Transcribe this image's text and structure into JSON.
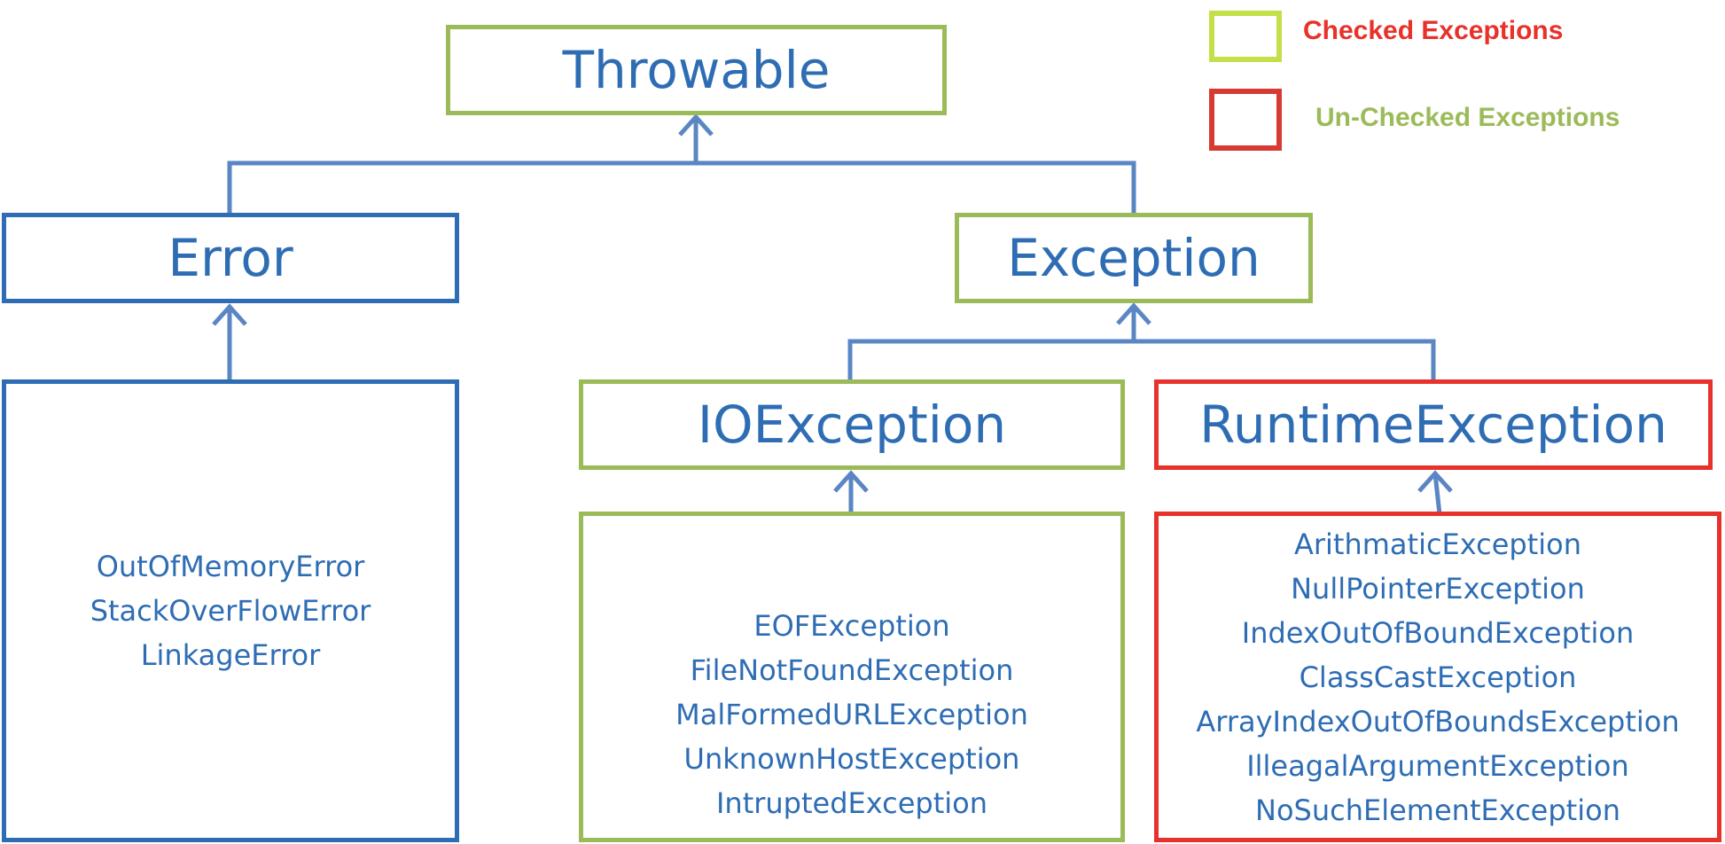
{
  "legend": {
    "checked": {
      "label": "Checked Exceptions",
      "text_color": "#e8312a",
      "box_color": "#c3e04a"
    },
    "unchecked": {
      "label": "Un-Checked Exceptions",
      "text_color": "#9bbb59",
      "box_color": "#d63a33"
    }
  },
  "nodes": {
    "throwable": {
      "label": "Throwable",
      "kind": "checked"
    },
    "error": {
      "label": "Error",
      "kind": "error"
    },
    "exception": {
      "label": "Exception",
      "kind": "checked"
    },
    "ioexception": {
      "label": "IOException",
      "kind": "checked"
    },
    "runtimeexception": {
      "label": "RuntimeException",
      "kind": "unchecked"
    }
  },
  "groups": {
    "errors": [
      "OutOfMemoryError",
      "StackOverFlowError",
      "LinkageError"
    ],
    "io_exceptions": [
      "EOFException",
      "FileNotFoundException",
      "MalFormedURLException",
      "UnknownHostException",
      "IntruptedException"
    ],
    "runtime_exceptions": [
      "ArithmaticException",
      "NullPointerException",
      "IndexOutOfBoundException",
      "ClassCastException",
      "ArrayIndexOutOfBoundsException",
      "IlleagalArgumentException",
      "NoSuchElementException"
    ]
  },
  "colors": {
    "text": "#2e6db4",
    "connector": "#5a86c4",
    "checked_border": "#9bbb59",
    "unchecked_border": "#e8312a",
    "error_border": "#2e6db4"
  }
}
